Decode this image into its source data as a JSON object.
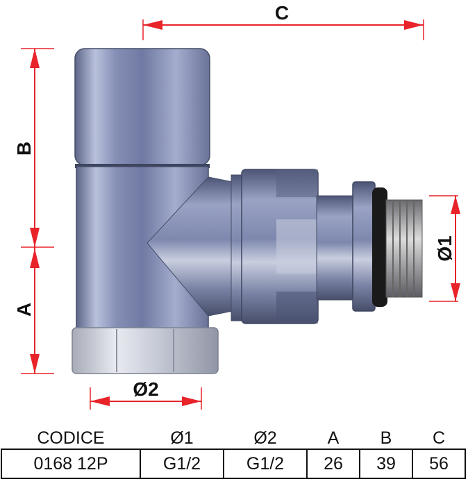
{
  "dimensions": {
    "a": "A",
    "b": "B",
    "c": "C",
    "d1": "Ø1",
    "d2": "Ø2"
  },
  "colors": {
    "dimension_arrow": "#e8232a",
    "metal_mid": "#8a96b8",
    "metal_light": "#d8dcec",
    "metal_dark": "#3e4560",
    "seal_ring": "#1a1a1a"
  },
  "table": {
    "headers": [
      "CODICE",
      "Ø1",
      "Ø2",
      "A",
      "B",
      "C"
    ],
    "row": [
      "0168 12P",
      "G1/2",
      "G1/2",
      "26",
      "39",
      "56"
    ]
  }
}
